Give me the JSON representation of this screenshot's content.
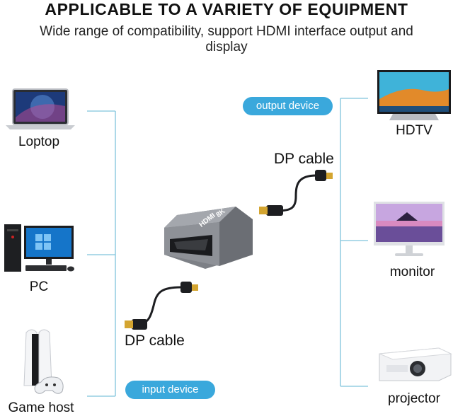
{
  "header": {
    "title": "APPLICABLE TO A VARIETY OF EQUIPMENT",
    "subtitle": "Wide range of compatibility, support HDMI interface output and display"
  },
  "input_devices": {
    "badge": "input device",
    "items": [
      {
        "label": "Loptop",
        "icon": "laptop-icon"
      },
      {
        "label": "PC",
        "icon": "desktop-pc-icon"
      },
      {
        "label": "Game host",
        "icon": "game-console-icon"
      }
    ]
  },
  "output_devices": {
    "badge": "output device",
    "items": [
      {
        "label": "HDTV",
        "icon": "tv-icon"
      },
      {
        "label": "monitor",
        "icon": "monitor-icon"
      },
      {
        "label": "projector",
        "icon": "projector-icon"
      }
    ]
  },
  "center": {
    "adapter_text": "HDMI",
    "adapter_badge": "8K",
    "cable_top_label": "DP cable",
    "cable_bottom_label": "DP cable"
  },
  "colors": {
    "connector_line": "#7fc4dc",
    "badge": "#3aa8dc",
    "adapter": "#8a8d92"
  }
}
